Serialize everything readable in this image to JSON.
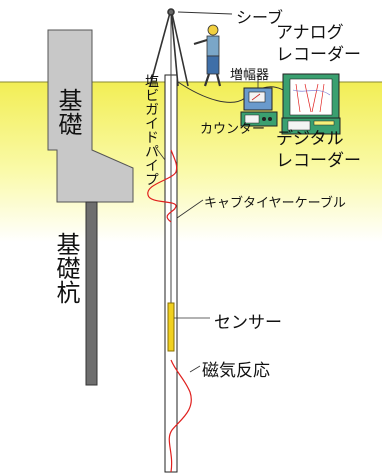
{
  "labels": {
    "sheave": "シーブ",
    "amplifier": "増幅器",
    "analog_recorder": "アナログ\nレコーダー",
    "counter": "カウンター",
    "digital_recorder": "デジタル\nレコーダー",
    "pvc_guide_pipe": "塩ビガイドパイプ",
    "cabtire_cable": "キャブタイヤーケーブル",
    "sensor": "センサー",
    "magnetic_response": "磁気反応",
    "foundation": "基礎",
    "foundation_pile": "基礎杭"
  },
  "colors": {
    "ground_yellow": "#f6f27a",
    "concrete_gray": "#c8c8c8",
    "pile_gray": "#6e6e6e",
    "response_red": "#e0201e",
    "sensor_yellow": "#f0d020",
    "equipment_green": "#3aa070",
    "equipment_blue": "#5a8ac8"
  },
  "icons": [
    "worker-icon",
    "tripod-icon",
    "amplifier-icon",
    "analog-recorder-icon",
    "counter-icon",
    "digital-recorder-icon"
  ]
}
